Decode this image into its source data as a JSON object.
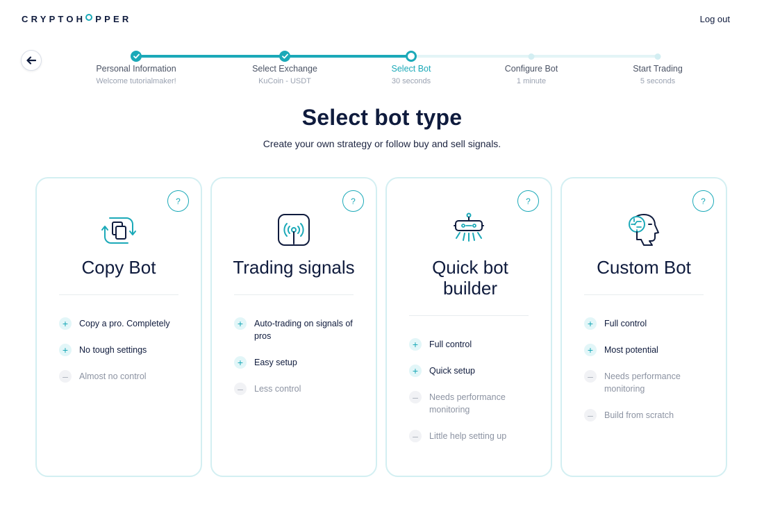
{
  "app": {
    "logo_left": "CRYPTOH",
    "logo_right": "PPER",
    "logout": "Log out"
  },
  "stepper": [
    {
      "label": "Personal Information",
      "sub": "Welcome tutorialmaker!",
      "state": "done"
    },
    {
      "label": "Select Exchange",
      "sub": "KuCoin - USDT",
      "state": "done"
    },
    {
      "label": "Select Bot",
      "sub": "30 seconds",
      "state": "current"
    },
    {
      "label": "Configure Bot",
      "sub": "1 minute",
      "state": "todo"
    },
    {
      "label": "Start Trading",
      "sub": "5 seconds",
      "state": "todo"
    }
  ],
  "page": {
    "title": "Select bot type",
    "subtitle": "Create your own strategy or follow buy and sell signals."
  },
  "cards": [
    {
      "title": "Copy Bot",
      "icon": "copy-bot-icon",
      "help": "?",
      "features": [
        {
          "text": "Copy a pro. Completely",
          "type": "pro"
        },
        {
          "text": "No tough settings",
          "type": "pro"
        },
        {
          "text": "Almost no control",
          "type": "con"
        }
      ]
    },
    {
      "title": "Trading signals",
      "icon": "signal-icon",
      "help": "?",
      "features": [
        {
          "text": "Auto-trading on signals of pros",
          "type": "pro"
        },
        {
          "text": "Easy setup",
          "type": "pro"
        },
        {
          "text": "Less control",
          "type": "con"
        }
      ]
    },
    {
      "title": "Quick bot builder",
      "icon": "robot-icon",
      "help": "?",
      "features": [
        {
          "text": "Full control",
          "type": "pro"
        },
        {
          "text": "Quick setup",
          "type": "pro"
        },
        {
          "text": "Needs performance monitoring",
          "type": "con"
        },
        {
          "text": "Little help setting up",
          "type": "con"
        }
      ]
    },
    {
      "title": "Custom Bot",
      "icon": "ai-head-icon",
      "help": "?",
      "features": [
        {
          "text": "Full control",
          "type": "pro"
        },
        {
          "text": "Most potential",
          "type": "pro"
        },
        {
          "text": "Needs performance monitoring",
          "type": "con"
        },
        {
          "text": "Build from scratch",
          "type": "con"
        }
      ]
    }
  ],
  "colors": {
    "accent": "#1ba9b8",
    "navy": "#0f1b3d",
    "card_border": "#d3eff2"
  }
}
